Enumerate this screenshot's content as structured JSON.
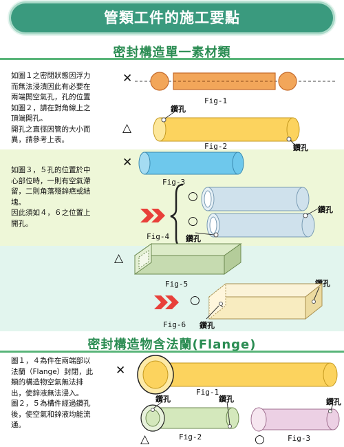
{
  "title": "管類工件的施工要點",
  "section1": {
    "title": "密封構造單一素材類",
    "text1": "如圖１之密閉狀態因浮力\n而無法浸漬因此有必要在\n兩端開空氣孔，孔的位置\n如圖２，請在對角線上之\n頂端開孔。\n開孔之直徑因管的大小而\n異，請參考上表。",
    "text2": "如圖３，５孔的位置於中\n心部位時，一則有空氣滯\n留，二則角落殘鋅疤或結\n塊。\n因此須如４，６之位置上\n開孔。",
    "fig1": "Fig-1",
    "fig2": "Fig-2",
    "fig3": "Fig-3",
    "fig4": "Fig-4",
    "fig5": "Fig-5",
    "fig6": "Fig-6"
  },
  "section2": {
    "title": "密封構造物含法蘭(Flange)",
    "text": "圖１，４為件在兩端部以\n法蘭（Flange）封閉，此\n類的構造物空氣無法排\n出，使鋅液無法浸入。\n圖２，５為構件經過鑽孔\n後，使空氣和鋅液均能流\n通。",
    "fig1": "Fig-1",
    "fig2": "Fig-2",
    "fig3": "Fig-3"
  },
  "hole_label": "鑽孔",
  "marks": {
    "cross": "✕",
    "triangle": "△",
    "circle": "○"
  },
  "colors": {
    "banner": "#3a9a7e",
    "section_title": "#2a8c52",
    "orange": "#f2a65a",
    "yellow": "#fcd35e",
    "blue": "#6ec8ec",
    "lightblue": "#cfe1ec",
    "green": "#c6dbb0",
    "beige": "#f8ecc0",
    "pink": "#ecd0e4",
    "arrow": "#e8403a"
  }
}
